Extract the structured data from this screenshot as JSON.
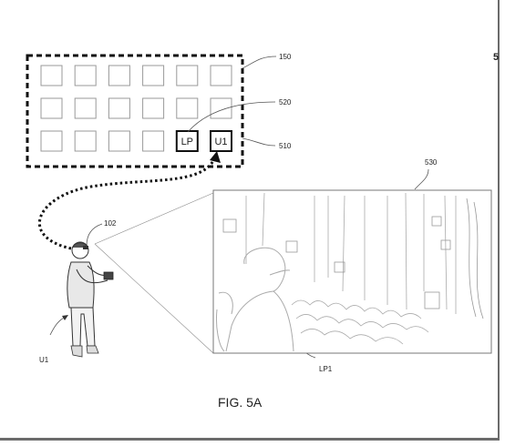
{
  "sheet_label": "5",
  "figure_caption": "FIG. 5A",
  "labels": {
    "grid_ref": "150",
    "selected_ref": "520",
    "row_ref": "510",
    "screen_ref": "530",
    "device_ref": "102",
    "user_ref": "U1",
    "person_ref": "LP1"
  },
  "grid": {
    "rows": 3,
    "cols": 6,
    "highlighted": [
      {
        "label": "LP",
        "row": 2,
        "col": 4
      },
      {
        "label": "U1",
        "row": 2,
        "col": 5
      }
    ]
  }
}
